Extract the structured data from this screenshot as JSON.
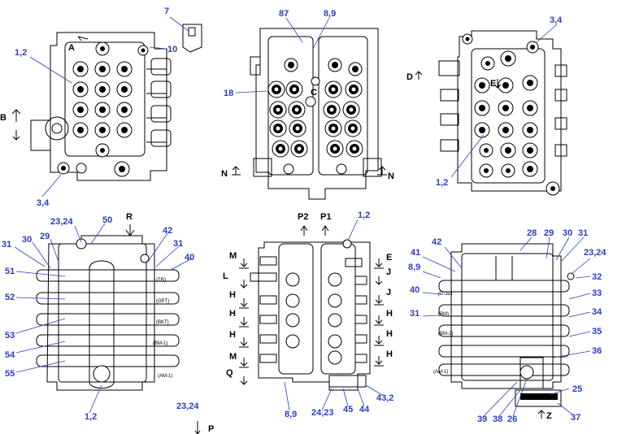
{
  "callouts": {
    "v1": [
      "7",
      "1,2",
      "10",
      "3,4"
    ],
    "v2": [
      "87",
      "8,9",
      "18"
    ],
    "v3": [
      "3,4",
      "1,2"
    ],
    "v4": [
      "23,24",
      "50",
      "31",
      "30",
      "29",
      "42",
      "31",
      "40",
      "51",
      "52",
      "53",
      "54",
      "55",
      "1,2"
    ],
    "v5": [
      "1,2",
      "8,9",
      "24,23",
      "45",
      "44",
      "43,2"
    ],
    "v6": [
      "28",
      "29",
      "30",
      "31",
      "42",
      "41",
      "8,9",
      "23,24",
      "32",
      "40",
      "33",
      "31",
      "34",
      "35",
      "36",
      "25",
      "39",
      "38",
      "26",
      "37"
    ],
    "bottom": "23,24"
  },
  "view_letters": {
    "v1": [
      "A",
      "B"
    ],
    "v2": [
      "C",
      "N",
      "N"
    ],
    "v3": [
      "D",
      "E"
    ],
    "v4": [
      "R"
    ],
    "v5": [
      "P2",
      "P1",
      "M",
      "L",
      "H",
      "H",
      "H",
      "M",
      "Q",
      "E",
      "J",
      "J",
      "H",
      "H",
      "H"
    ],
    "v6": [
      "Z"
    ],
    "bottom": "P"
  },
  "spool_tags": {
    "v4": [
      "(TR)",
      "(OPT)",
      "(BKT)",
      "(BM-1)",
      "(AM-1)"
    ],
    "v6": [
      "(D-3Z)",
      "(BM)",
      "(BM-2)",
      "(AM-1)"
    ]
  }
}
